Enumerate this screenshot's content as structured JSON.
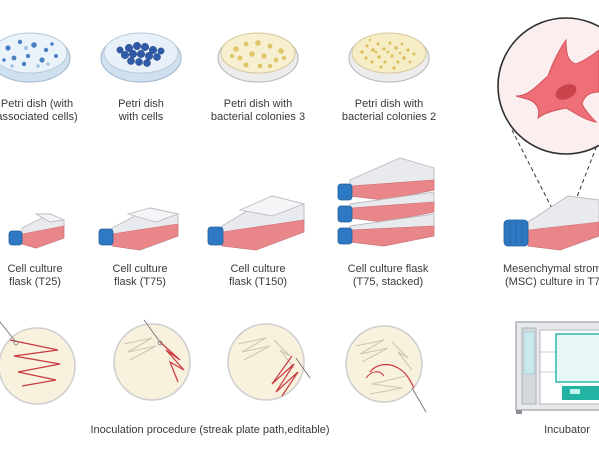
{
  "labels": {
    "petri_associated": [
      "Petri dish (with",
      "associated cells)"
    ],
    "petri_cells": [
      "Petri dish",
      "with cells"
    ],
    "petri_bact3": [
      "Petri dish with",
      "bacterial colonies 3"
    ],
    "petri_bact2": [
      "Petri dish with",
      "bacterial colonies 2"
    ],
    "flask_t25": [
      "Cell culture",
      "flask (T25)"
    ],
    "flask_t75": [
      "Cell culture",
      "flask (T75)"
    ],
    "flask_t150": [
      "Cell culture",
      "flask (T150)"
    ],
    "flask_stacked": [
      "Cell culture flask",
      "(T75, stacked)"
    ],
    "msc": [
      "Mesenchymal strom",
      "(MSC) culture in T7"
    ],
    "inoculation": "Inoculation procedure (streak plate path,editable)",
    "incubator": "Incubator"
  },
  "colors": {
    "cap": "#2f79c4",
    "medium": "#e9868a",
    "flask_glass": "#e6e7ea",
    "agar": "#f8f1de",
    "colony": "#e8d37a",
    "streak": "#c9393f",
    "cell": "#ee6e76",
    "dish_blue": "#3e6fb5",
    "incubator_teal": "#22b3a2"
  }
}
